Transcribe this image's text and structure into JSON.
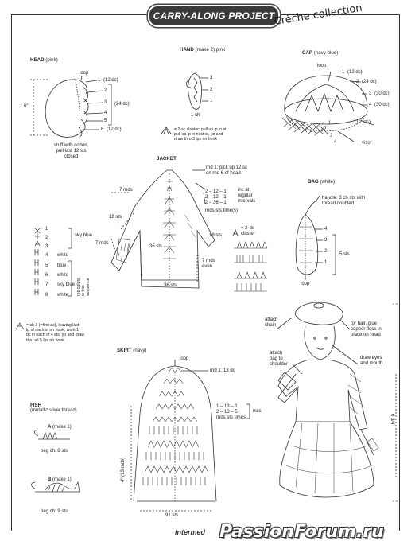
{
  "header": {
    "banner": "CARRY-ALONG PROJECT",
    "collection": "Crèche collection"
  },
  "head": {
    "title": "HEAD",
    "color": "(pink)",
    "loop": "loop",
    "rows": [
      "1",
      "2",
      "3",
      "4",
      "5",
      "6"
    ],
    "counts": {
      "r1": "(12 dc)",
      "mid": "(24 dc)",
      "r6": "(12 dc)"
    },
    "height": "6\"",
    "note": [
      "stuff with cotton,",
      "pull last 12 sts",
      "closed"
    ]
  },
  "hand": {
    "title": "HAND",
    "note": "(make 2) pink",
    "rows": [
      "3",
      "2",
      "1"
    ],
    "ch": "1 ch"
  },
  "cluster2sc": {
    "text": [
      "= 2-sc cluster: pull up lp in st,",
      "pull up lp in next st, yo and",
      "draw thru 3 lps on hook"
    ]
  },
  "cap": {
    "title": "CAP",
    "color": "(navy blue)",
    "loop": "loop",
    "rows": [
      "1",
      "2",
      "3",
      "4"
    ],
    "counts": [
      "(12 dc)",
      "(24 dc)",
      "(30 dc)",
      "(30 dc)",
      "(12 sts)"
    ],
    "row_lower": [
      "1",
      "2",
      "3",
      "4"
    ],
    "visor": "visor"
  },
  "jacket": {
    "title": "JACKET",
    "rnd1": [
      "rnd 1: pick up 12 sc",
      "on rnd 6 of head"
    ],
    "seq": [
      "2 – 12 – 1",
      "2 – 12 – 1",
      "2 – 36 – 1"
    ],
    "inc": [
      "inc at",
      "regular",
      "intervals"
    ],
    "rnds_sts": "rnds  sts  time(s)",
    "rnds7a": "7 rnds",
    "rnds7b": "7 rnds",
    "rnds7c": [
      "7 rnds",
      "even"
    ],
    "sts18a": "18 sts",
    "sts18b": "18 sts",
    "sts36a": "36 sts",
    "sts36b": "36 sts",
    "dc2cluster": [
      "= 2-dc",
      "cluster"
    ],
    "stripes": {
      "rows": [
        "1",
        "2",
        "3",
        "4",
        "5",
        "6",
        "7",
        "8"
      ],
      "colors": [
        {
          "label": "sky blue"
        },
        {
          "label": "white"
        },
        {
          "label": "blue"
        },
        {
          "label": "white"
        },
        {
          "label": "sky blue"
        },
        {
          "label": "white"
        }
      ],
      "repeat": [
        "rep colors",
        "in this",
        "sequence"
      ]
    },
    "ch3note": [
      "= ch 3 (=first dc), leaving last",
      "lp of each st on hook, work 1",
      "dc in each of 4 sts, yo and draw",
      "thru all 5 lps on hook"
    ]
  },
  "bag": {
    "title": "BAG",
    "color": "(white)",
    "handle": [
      "handle: 3 ch sts with",
      "thread doubled"
    ],
    "rows": [
      "4",
      "3",
      "2",
      "1"
    ],
    "sts": "5 sts",
    "loop": "loop"
  },
  "doll": {
    "attach_chain": [
      "attach",
      "chain"
    ],
    "attach_bag": [
      "attach",
      "bag to",
      "shoulder"
    ],
    "hair": [
      "for hair, glue",
      "copper floss in",
      "place on head"
    ],
    "eyes": [
      "draw eyes",
      "and mouth"
    ],
    "height": "6 3/4\""
  },
  "skirt": {
    "title": "SKIRT",
    "color": "(navy)",
    "loop": "loop",
    "rnd1": "rnd 1: 13 dc",
    "seq": [
      "1 – 13 – 1",
      "2 – 13 – 5"
    ],
    "incs": "incs",
    "rnds_sts": "rnds sts times",
    "height": "4\" (13 rnds)",
    "width": "91 sts"
  },
  "fish": {
    "title": "FISH",
    "sub": "(metallic silver thread)",
    "a": {
      "label": "A",
      "note": "(make 1)",
      "beg": "beg ch: 8 sts"
    },
    "b": {
      "label": "B",
      "note": "(make 1)",
      "beg": "beg ch: 9 sts"
    }
  },
  "footer": {
    "intermediate": "intermed",
    "watermark": "PassionForum.ru"
  }
}
